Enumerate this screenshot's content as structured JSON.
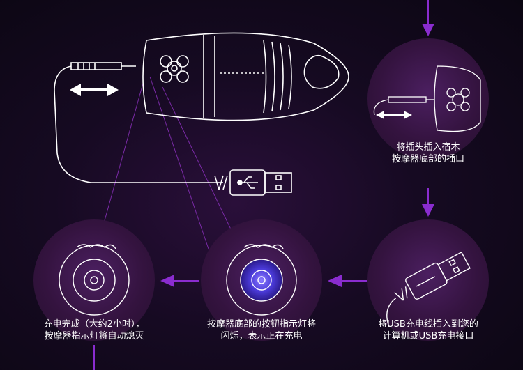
{
  "steps": [
    {
      "line1": "将插头插入宿木",
      "line2": "按摩器底部的插口"
    },
    {
      "line1": "将USB充电线插入到您的",
      "line2": "计算机或USB充电接口"
    },
    {
      "line1": "按摩器底部的按钮指示灯将",
      "line2": "闪烁，表示正在充电"
    },
    {
      "line1": "充电完成（大约2小时），",
      "line2": "按摩器指示灯将自动熄灭"
    }
  ],
  "colors": {
    "accent_purple": "#8a2ccf",
    "indicator_blue": "#4a3ad8"
  }
}
